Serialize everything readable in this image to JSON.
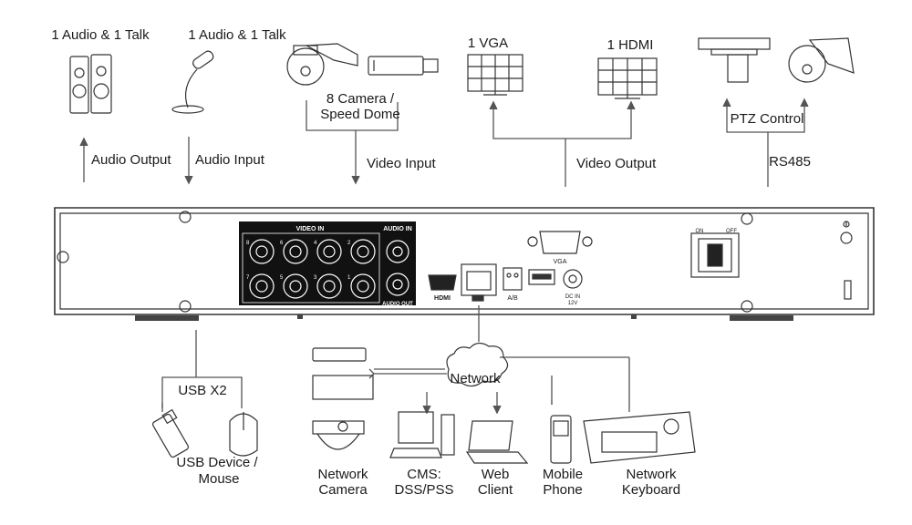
{
  "top_labels": {
    "audio_talk_left": "1 Audio  & 1 Talk",
    "audio_talk_right": "1 Audio & 1 Talk",
    "camera_line1": "8  Camera /",
    "camera_line2": "Speed Dome",
    "vga": "1 VGA",
    "hdmi": "1 HDMI",
    "audio_output": "Audio  Output",
    "audio_input": "Audio  Input",
    "video_input": "Video Input",
    "video_output": "Video Output",
    "ptz_control": "PTZ Control",
    "rs485": "RS485"
  },
  "panel_labels": {
    "video_in": "VIDEO IN",
    "audio_in": "AUDIO IN",
    "audio_out": "AUDIO OUT",
    "vga_port": "VGA",
    "hdmi_port": "HDMI",
    "ab": "A/B",
    "dc_in": "DC IN",
    "dc_volt": "12V",
    "on": "ON",
    "off": "OFF",
    "bnc_numbers_top": [
      "8",
      "6",
      "4",
      "2"
    ],
    "bnc_numbers_bottom": [
      "7",
      "5",
      "3",
      "1"
    ]
  },
  "bottom_labels": {
    "usb_x2": "USB X2",
    "usb_line1": "USB Device /",
    "usb_line2": "Mouse",
    "network": "Network",
    "netcam_line1": "Network",
    "netcam_line2": "Camera",
    "cms_line1": "CMS:",
    "cms_line2": "DSS/PSS",
    "web_line1": "Web",
    "web_line2": "Client",
    "mobile_line1": "Mobile",
    "mobile_line2": "Phone",
    "keyboard_line1": "Network",
    "keyboard_line2": "Keyboard"
  },
  "colors": {
    "line": "#555555",
    "panel": "#111111",
    "stroke": "#333333"
  }
}
